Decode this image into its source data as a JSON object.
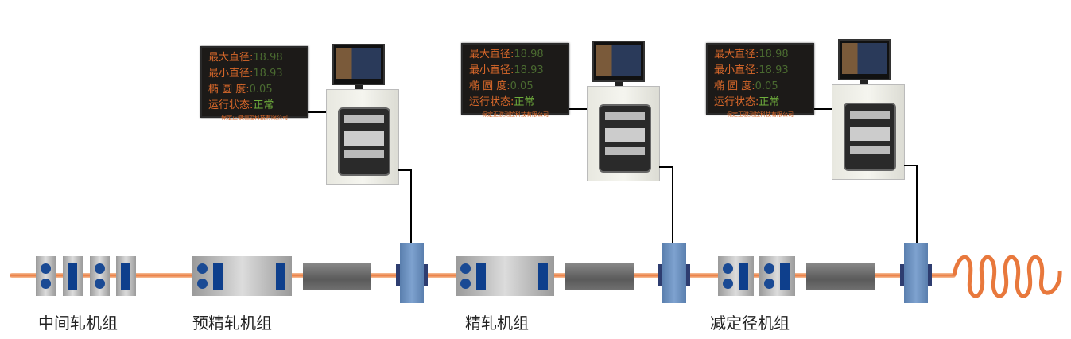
{
  "display": {
    "max_label": "最大直径:",
    "max_value": "18.98",
    "min_label": "最小直径:",
    "min_value": "18.93",
    "oval_label": "椭 圆 度:",
    "oval_value": "0.05",
    "status_label": "运行状态:",
    "status_value": "正常",
    "company": "保定正骐测控科技有限公司"
  },
  "stands": [
    {
      "label": "中间轧机组"
    },
    {
      "label": "预精轧机组"
    },
    {
      "label": "精轧机组"
    },
    {
      "label": "减定径机组"
    }
  ]
}
